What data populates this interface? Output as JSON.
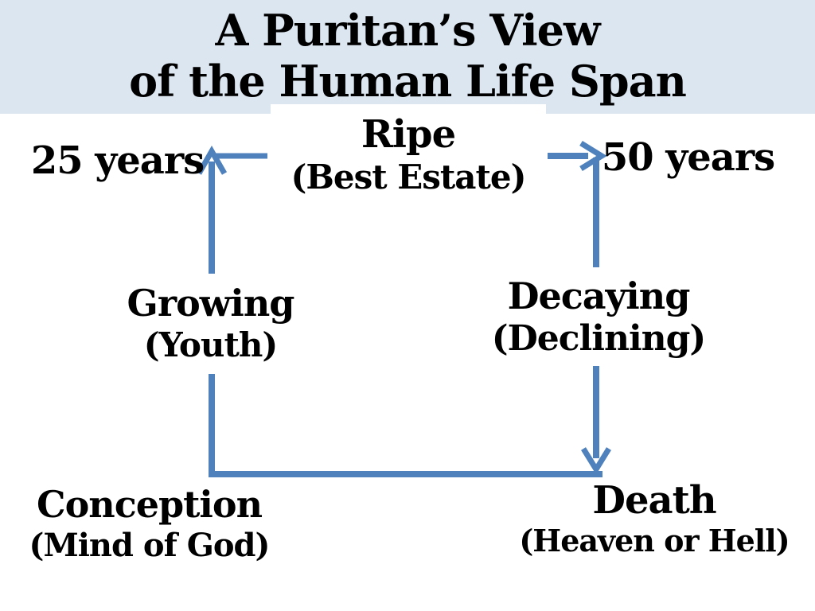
{
  "slide": {
    "title": {
      "line1": "A Puritan’s View",
      "line2": "of the Human Life Span"
    },
    "nodes": {
      "ripe": {
        "label": "Ripe",
        "sub": "(Best Estate)"
      },
      "age25": {
        "label": "25 years"
      },
      "age50": {
        "label": "50 years"
      },
      "growing": {
        "label": "Growing",
        "sub": "(Youth)"
      },
      "decaying": {
        "label": "Decaying",
        "sub": "(Declining)"
      },
      "conception": {
        "label": "Conception",
        "sub": "(Mind of God)"
      },
      "death": {
        "label": "Death",
        "sub": "(Heaven or Hell)"
      }
    },
    "colors": {
      "banner_bg": "#dce6f1",
      "arrow": "#4f81bd",
      "text": "#000000",
      "background": "#ffffff"
    }
  }
}
